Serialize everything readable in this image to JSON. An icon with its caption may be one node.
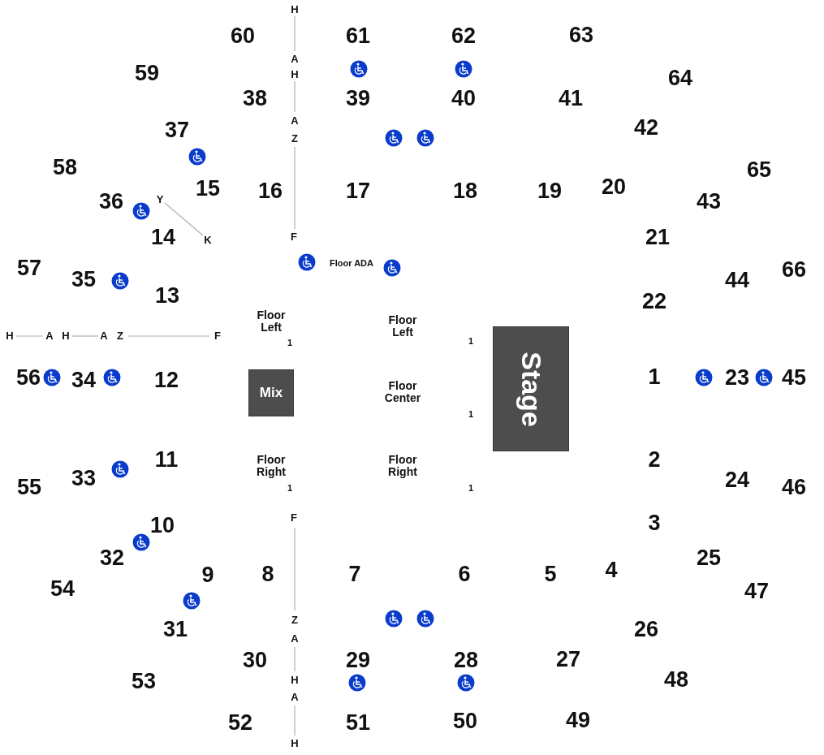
{
  "diagram": {
    "nodes": [
      {
        "text": [
          "Stage"
        ]
      },
      {
        "text": [
          "Mix"
        ]
      }
    ],
    "edges": [],
    "labels": [
      "H",
      "60",
      "61",
      "62",
      "63",
      "A",
      "59",
      "H",
      "64",
      "38",
      "39",
      "40",
      "41",
      "A",
      "37",
      "42",
      "Z",
      "58",
      "65",
      "15",
      "16",
      "17",
      "18",
      "19",
      "20",
      "36",
      "Y",
      "43",
      "14",
      "K",
      "F",
      "21",
      "Floor ADA",
      "57",
      "66",
      "35",
      "44",
      "13",
      "22",
      "Floor Left",
      "Floor Left",
      "H",
      "A",
      "H",
      "A",
      "Z",
      "F",
      "1",
      "1",
      "56",
      "34",
      "12",
      "1",
      "23",
      "45",
      "Floor Center",
      "1",
      "11",
      "2",
      "Floor Right",
      "Floor Right",
      "33",
      "24",
      "55",
      "1",
      "1",
      "46",
      "F",
      "10",
      "3",
      "32",
      "25",
      "9",
      "8",
      "7",
      "6",
      "5",
      "4",
      "54",
      "47",
      "Z",
      "31",
      "26",
      "A",
      "30",
      "29",
      "28",
      "27",
      "H",
      "53",
      "48",
      "A",
      "52",
      "51",
      "50",
      "49",
      "H"
    ]
  }
}
